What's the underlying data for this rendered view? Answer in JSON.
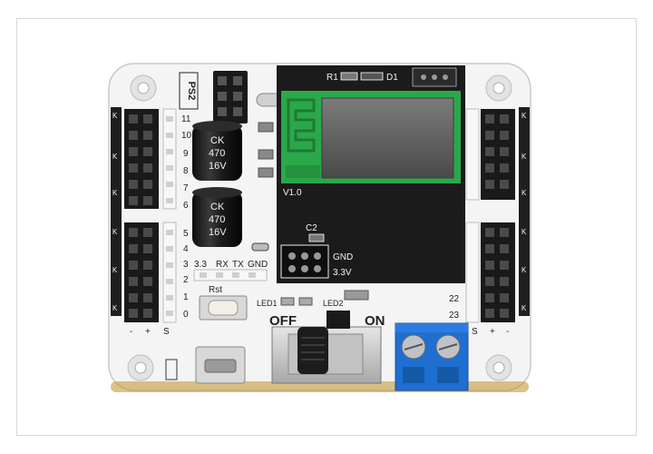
{
  "board": {
    "labels": {
      "ps2": "PS2",
      "r1": "R1",
      "d1": "D1",
      "version": "V1.0",
      "c2": "C2",
      "gnd_right": "GND",
      "v33_right": "3.3V",
      "cap_brand": "CK",
      "cap_value": "470",
      "cap_voltage": "16V",
      "uart_33": "3.3",
      "uart_rx": "RX",
      "uart_tx": "TX",
      "uart_gnd": "GND",
      "led1": "LED1",
      "led2": "LED2",
      "off": "OFF",
      "on": "ON",
      "pin22": "22",
      "pin23": "23",
      "minus": "-",
      "plus": "+",
      "s": "S",
      "k": "K",
      "rst": "Rst"
    },
    "pin_numbers_left": [
      "11",
      "10",
      "9",
      "8",
      "7",
      "6",
      "5",
      "4",
      "3",
      "2",
      "1",
      "0"
    ],
    "colors": {
      "pcb": "#f4f4f4",
      "module": "#1b1b1b",
      "wifi": "#2aa84a",
      "terminal": "#1f6fd1",
      "header": "#1a1a1a"
    }
  }
}
